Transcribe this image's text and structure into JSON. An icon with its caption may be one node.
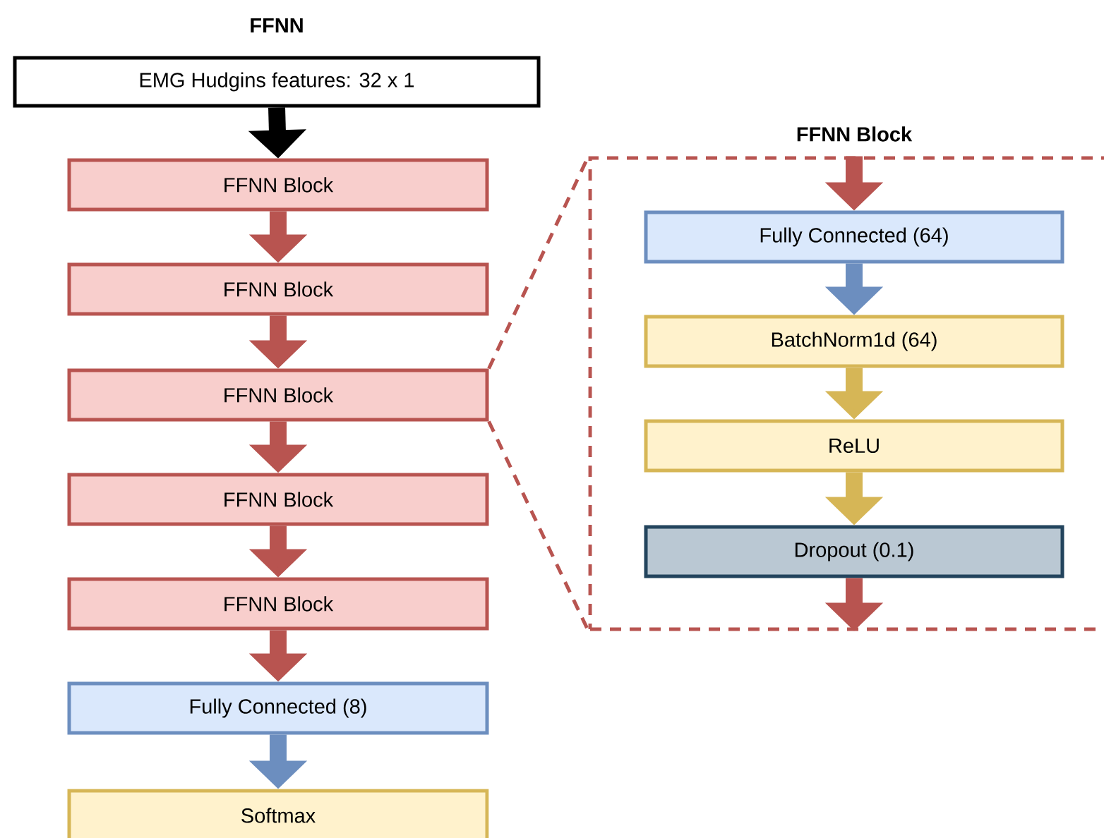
{
  "diagram": {
    "title": "FFNN",
    "nodes": [
      {
        "text": [
          "EMG Hudgins features: 32 x 1"
        ]
      },
      {
        "text": [
          "FFNN Block"
        ]
      },
      {
        "text": [
          "FFNN Block"
        ]
      },
      {
        "text": [
          "FFNN Block"
        ]
      },
      {
        "text": [
          "FFNN Block"
        ]
      },
      {
        "text": [
          "FFNN Block"
        ]
      },
      {
        "text": [
          "Fully Connected (8)"
        ]
      },
      {
        "text": [
          "Softmax"
        ]
      },
      {
        "text": [
          "FFNN Block"
        ]
      },
      {
        "text": [
          "Fully Connected (64)"
        ],
        "in": 8
      },
      {
        "text": [
          "BatchNorm1d (64)"
        ],
        "in": 8
      },
      {
        "text": [
          "ReLU"
        ],
        "in": 8
      },
      {
        "text": [
          "Dropout (0.1)"
        ],
        "in": 8
      }
    ],
    "edges": [
      {
        "from": 0,
        "to": 1,
        "arrow": "to",
        "color": "#000000"
      },
      {
        "from": 1,
        "to": 2,
        "arrow": "to"
      },
      {
        "from": 2,
        "to": 3,
        "arrow": "to"
      },
      {
        "from": 3,
        "to": 4,
        "arrow": "to"
      },
      {
        "from": 4,
        "to": 5,
        "arrow": "to"
      },
      {
        "from": 5,
        "to": 6,
        "arrow": "to"
      },
      {
        "from": 6,
        "to": 7,
        "arrow": "to",
        "color": "#6c8ebf"
      },
      {
        "from": null,
        "to": 9,
        "arrow": "to"
      },
      {
        "from": 9,
        "to": 10,
        "arrow": "to",
        "color": "#6c8ebf"
      },
      {
        "from": 10,
        "to": 11,
        "arrow": "to",
        "color": "#d6b656"
      },
      {
        "from": 11,
        "to": 12,
        "arrow": "to",
        "color": "#d6b656"
      },
      {
        "from": 12,
        "to": null,
        "arrow": "to"
      },
      {
        "from": 3,
        "to": 8,
        "arrow": "none",
        "style": "dashed"
      },
      {
        "from": 3,
        "to": 8,
        "arrow": "none",
        "style": "dashed"
      }
    ]
  }
}
